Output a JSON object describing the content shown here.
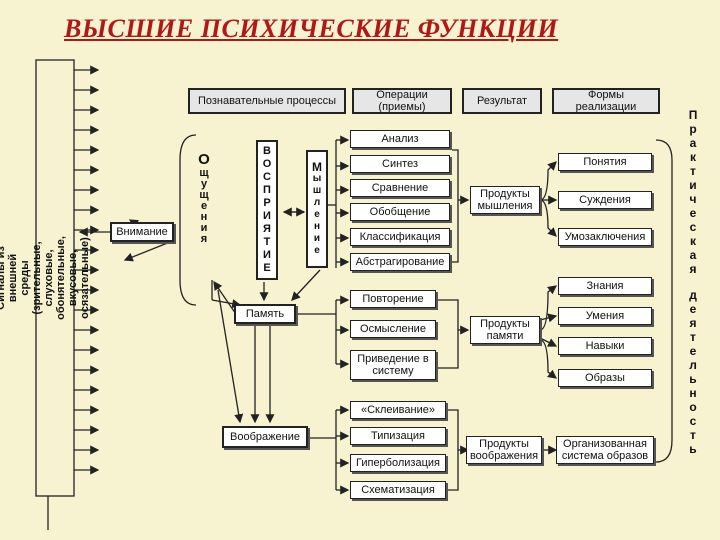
{
  "title": "ВЫСШИЕ ПСИХИЧЕСКИЕ ФУНКЦИИ",
  "signals": "Сигналы из внешней среды (зрительные, слуховые, обонятельные, вкусовые, осязательные)",
  "header": {
    "cognitive": "Познавательные процессы",
    "operations_line1": "Операции",
    "operations_line2": "(приемы)",
    "result": "Результат",
    "forms_line1": "Формы",
    "forms_line2": "реализации"
  },
  "attention": "Внимание",
  "sensation_letters": [
    "О",
    "щ",
    "у",
    "щ",
    "е",
    "н",
    "и",
    "я"
  ],
  "perception_letters": [
    "В",
    "О",
    "С",
    "П",
    "Р",
    "И",
    "Я",
    "Т",
    "И",
    "Е"
  ],
  "thinking_letters": [
    "М",
    "ы",
    "ш",
    "л",
    "е",
    "н",
    "и",
    "е"
  ],
  "memory": "Память",
  "imagination": "Воображение",
  "thinking_ops": [
    "Анализ",
    "Синтез",
    "Сравнение",
    "Обобщение",
    "Классификация",
    "Абстрагирование"
  ],
  "memory_ops": [
    "Повторение",
    "Осмысление",
    "Приведение в систему"
  ],
  "imagination_ops": [
    "«Склеивание»",
    "Типизация",
    "Гиперболизация",
    "Схематизация"
  ],
  "products": {
    "thinking": "Продукты мышления",
    "memory": "Продукты памяти",
    "imagination": "Продукты воображения"
  },
  "thinking_forms": [
    "Понятия",
    "Суждения",
    "Умозаключения"
  ],
  "memory_forms": [
    "Знания",
    "Умения",
    "Навыки",
    "Образы"
  ],
  "imagination_forms": [
    "Организованная система образов"
  ],
  "practice_letters": [
    "П",
    "р",
    "а",
    "к",
    "т",
    "и",
    "ч",
    "е",
    "с",
    "к",
    "а",
    "я",
    "",
    "д",
    "е",
    "я",
    "т",
    "е",
    "л",
    "ь",
    "н",
    "о",
    "с",
    "т",
    "ь"
  ],
  "colors": {
    "title": "#b01818",
    "background": "#f7f2d0",
    "line": "#222222"
  }
}
